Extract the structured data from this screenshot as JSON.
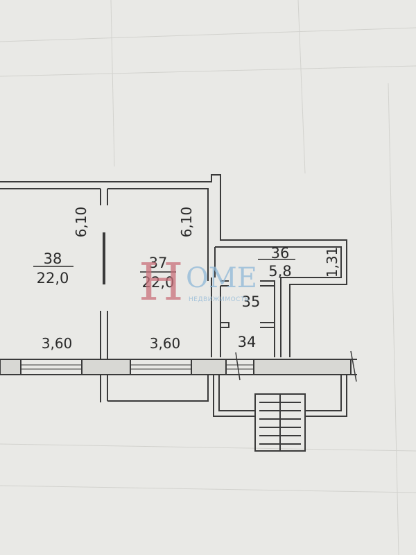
{
  "colors": {
    "paper": "#e9e9e6",
    "line": "#3a3a3a",
    "faint_grid": "#c9c9c4",
    "watermark_h": "#c9707a",
    "watermark_ome": "#8fb8d8"
  },
  "rooms": [
    {
      "number": "38",
      "area": "22,0"
    },
    {
      "number": "37",
      "area": "22,0"
    },
    {
      "number": "36",
      "area": "5,8"
    },
    {
      "number": "35"
    },
    {
      "number": "34"
    }
  ],
  "dimensions": {
    "room38_length": "6,10",
    "room37_length": "6,10",
    "room38_width": "3,60",
    "room37_width": "3,60",
    "room36_width": "1,31"
  },
  "watermark": {
    "brand_h": "H",
    "brand_rest": "OME",
    "tagline": "НЕДВИЖИМОСТЬ"
  }
}
